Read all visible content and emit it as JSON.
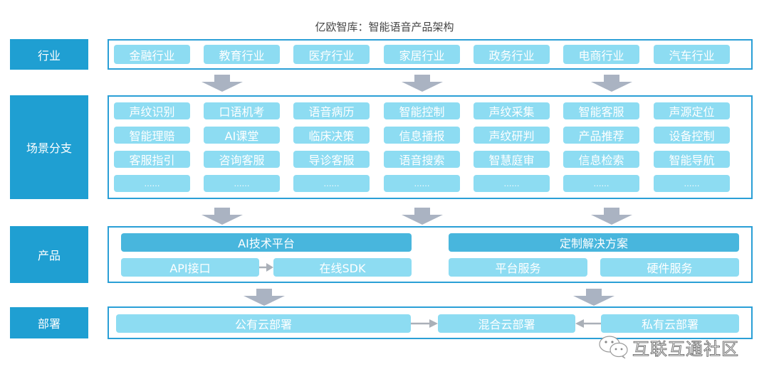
{
  "title": "亿欧智库：智能语音产品架构",
  "layers": {
    "industry": {
      "label": "行业",
      "items": [
        "金融行业",
        "教育行业",
        "医疗行业",
        "家居行业",
        "政务行业",
        "电商行业",
        "汽车行业"
      ]
    },
    "scenarios": {
      "label": "场景分支",
      "columns": [
        [
          "声纹识别",
          "智能理赔",
          "客服指引",
          "……"
        ],
        [
          "口语机考",
          "AI课堂",
          "咨询客服",
          "……"
        ],
        [
          "语音病历",
          "临床决策",
          "导诊客服",
          "……"
        ],
        [
          "智能控制",
          "信息播报",
          "语音搜索",
          "……"
        ],
        [
          "声纹采集",
          "声纹研判",
          "智慧庭审",
          "……"
        ],
        [
          "智能客服",
          "产品推荐",
          "信息检索",
          "……"
        ],
        [
          "声源定位",
          "设备控制",
          "智能导航",
          "……"
        ]
      ]
    },
    "products": {
      "label": "产品",
      "ai_platform": {
        "title": "AI技术平台",
        "items": [
          "API接口",
          "在线SDK"
        ]
      },
      "custom_solution": {
        "title": "定制解决方案",
        "items": [
          "平台服务",
          "硬件服务"
        ]
      }
    },
    "deployment": {
      "label": "部署",
      "public": "公有云部署",
      "hybrid": "混合云部署",
      "private": "私有云部署"
    }
  },
  "watermark": {
    "icon": "wechat-icon",
    "text": "互联互通社区"
  },
  "colors": {
    "layer_label": "#1f9fd2",
    "frame_border": "#2a9fd6",
    "pill": "#8ddcf2",
    "pill_dark": "#48b6dd",
    "arrow": "#aab3c2"
  }
}
